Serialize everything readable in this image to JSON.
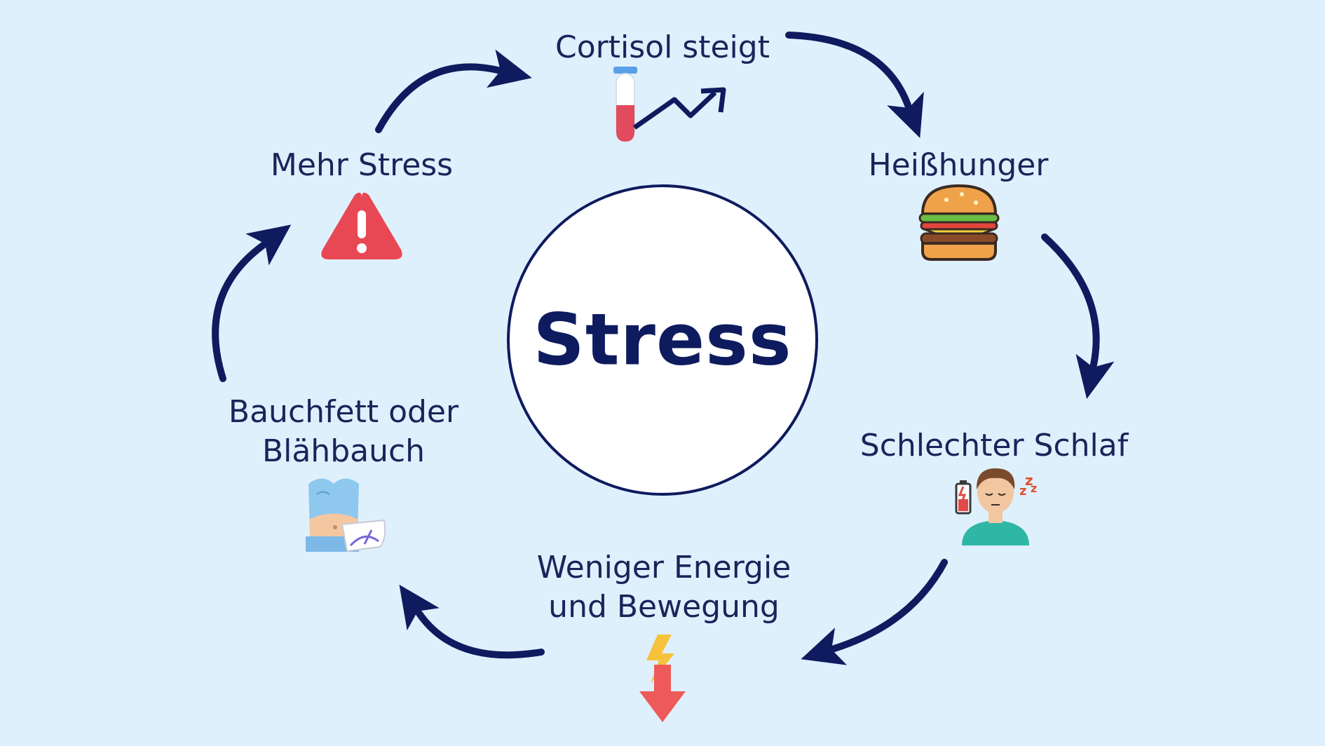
{
  "center": {
    "label": "Stress"
  },
  "steps": [
    {
      "label_lines": [
        "Cortisol steigt"
      ],
      "icon": "test-tube-trend-icon"
    },
    {
      "label_lines": [
        "Heißhunger"
      ],
      "icon": "burger-icon"
    },
    {
      "label_lines": [
        "Schlechter Schlaf"
      ],
      "icon": "tired-person-icon"
    },
    {
      "label_lines": [
        "Weniger Energie",
        "und Bewegung"
      ],
      "icon": "energy-down-icon"
    },
    {
      "label_lines": [
        "Bauchfett oder",
        "Blähbauch"
      ],
      "icon": "belly-scale-icon"
    },
    {
      "label_lines": [
        "Mehr Stress"
      ],
      "icon": "warning-icon"
    }
  ],
  "colors": {
    "background": "#dff0fd",
    "arrow": "#0e1b5e",
    "circle_fill": "#ffffff",
    "circle_stroke": "#0e1b5e",
    "text": "#1b2459"
  }
}
